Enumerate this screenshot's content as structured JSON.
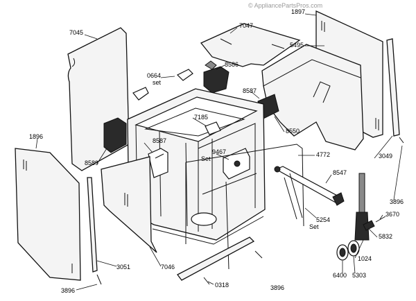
{
  "watermark": "© AppliancePartsPros.com",
  "labels": {
    "l7045": "7045",
    "l7047": "7047",
    "l1897": "1897",
    "l5495": "5495",
    "l8586": "8586",
    "l0664": "0664",
    "l0664set": "set",
    "l8587a": "8587",
    "l7185": "7185",
    "l8550": "8550",
    "l1896": "1896",
    "l8589": "8589",
    "l8587b": "8587",
    "l9467": "9467",
    "l9467set": "Set",
    "l4772": "4772",
    "l3049": "3049",
    "l8547": "8547",
    "l3896a": "3896",
    "l3670": "3670",
    "l5254": "5254",
    "l5254set": "Set",
    "l5832": "5832",
    "l1024": "1024",
    "l3051": "3051",
    "l7046": "7046",
    "l6400": "6400",
    "l5303": "5303",
    "l3896b": "3896",
    "l0318": "0318",
    "l3896c": "3896"
  }
}
